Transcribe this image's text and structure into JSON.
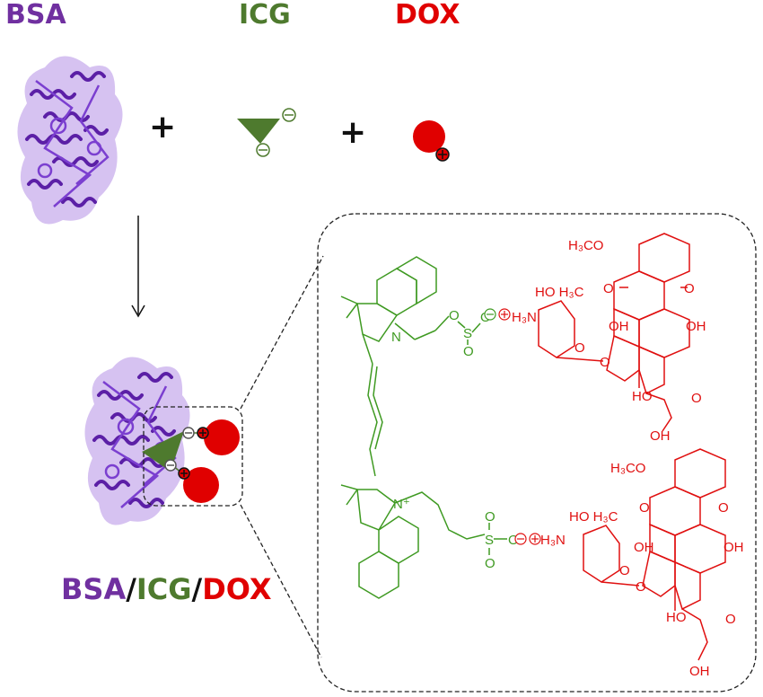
{
  "labels": {
    "bsa": "BSA",
    "icg": "ICG",
    "dox": "DOX",
    "plus1": "+",
    "plus2": "+",
    "complex": {
      "part1": "BSA",
      "sep1": "/",
      "part2": "ICG",
      "sep2": "/",
      "part3": "DOX"
    }
  },
  "colors": {
    "bsa": "#7030a0",
    "icg": "#4e7a2e",
    "dox": "#e00000",
    "chem_green": "#3f9a22",
    "chem_red": "#e01010"
  },
  "icons": {
    "protein": "protein-ribbon-icon",
    "icg": "green-triangle-negative-icon",
    "dox": "red-sphere-positive-icon",
    "arrow": "down-arrow-icon",
    "minus": "minus-circle-icon",
    "plus_charge": "plus-circle-icon"
  },
  "chem": {
    "ocme_top": "H₃CO",
    "ocme_bot": "H₃CO",
    "o_top1": "O",
    "o_top2": "O",
    "o_bot1": "O",
    "o_bot2": "O",
    "oh_top1": "OH",
    "oh_top2": "OH",
    "oh_bot1": "OH",
    "oh_bot2": "OH",
    "sugar_top": "HO H₃C",
    "sugar_bot": "HO H₃C",
    "amine_top": "H₃N",
    "amine_bot": "H₃N",
    "ring_o_top": "O",
    "ring_o_bot": "O",
    "link_o_top": "O",
    "link_o_bot": "O",
    "ho_top": "HO",
    "ho_bot": "HO",
    "keto_top": "O",
    "keto_bot": "O",
    "ch2oh_top": "OH",
    "ch2oh_bot": "OH",
    "so3_top": "S",
    "so3_bot": "S",
    "so_o_top1": "O",
    "so_o_top2": "O",
    "so_o_top3": "O",
    "so_o_bot1": "O",
    "so_o_bot2": "O",
    "so_o_bot3": "O",
    "n_top": "N",
    "n_bot": "N⁺"
  }
}
